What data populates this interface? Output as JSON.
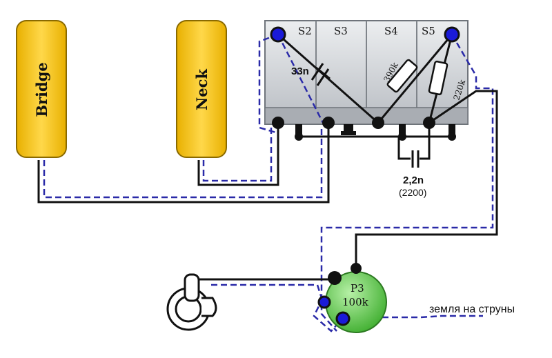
{
  "pickups": {
    "bridge": {
      "label": "Bridge"
    },
    "neck": {
      "label": "Neck"
    }
  },
  "switch": {
    "sections": [
      "S2",
      "S3",
      "S4",
      "S5"
    ]
  },
  "components": {
    "cap_tone": {
      "label": "33n"
    },
    "res_left": {
      "label": "390k"
    },
    "res_right": {
      "label": "220k"
    },
    "cap_bottom": {
      "label": "2,2n",
      "sublabel": "(2200)"
    }
  },
  "pot": {
    "name": "P3",
    "value": "100k"
  },
  "note": {
    "text": "земля на струны"
  },
  "colors": {
    "pickup_fill": "#f5c400",
    "pickup_stroke": "#8a6a00",
    "switch_fill": "#c9ccd1",
    "pot_fill": "#5fcf4a",
    "ground_wire": "#2a2aa8",
    "terminal_blue": "#1a1ad8"
  }
}
